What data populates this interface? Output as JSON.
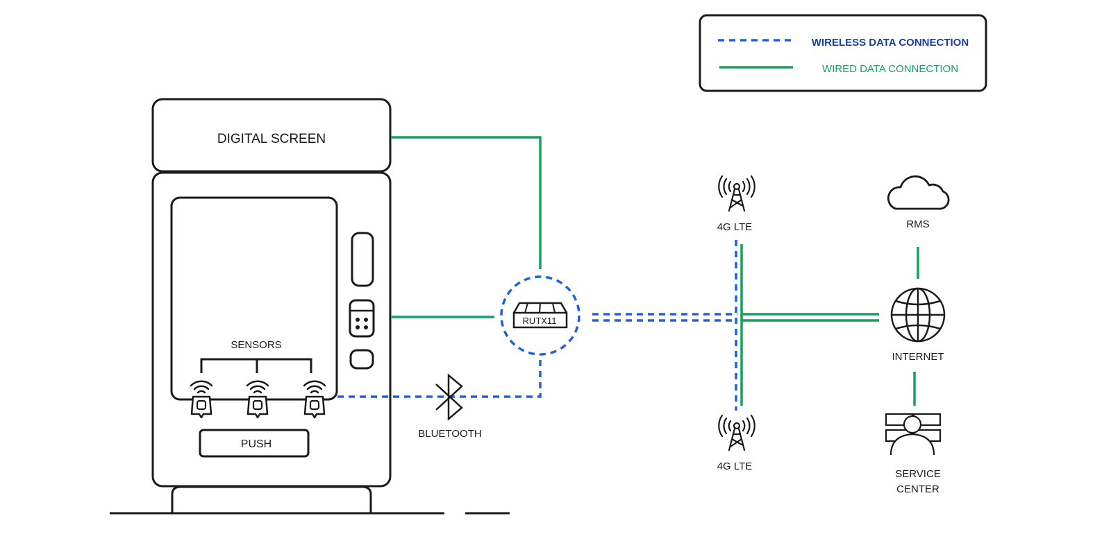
{
  "legend": {
    "wireless_label": "WIRELESS DATA CONNECTION",
    "wired_label": "WIRED DATA CONNECTION"
  },
  "labels": {
    "digital_screen": "DIGITAL SCREEN",
    "sensors": "SENSORS",
    "push": "PUSH",
    "bluetooth": "BLUETOOTH",
    "router": "RUTX11",
    "lte_top": "4G LTE",
    "lte_bottom": "4G LTE",
    "rms": "RMS",
    "internet": "INTERNET",
    "service_center_line1": "SERVICE",
    "service_center_line2": "CENTER"
  },
  "colors": {
    "wireless": "#2060e0",
    "wired": "#16a060",
    "wireless_text": "#1a3fa0",
    "wired_text": "#16a060",
    "outline": "#1a1a1a"
  },
  "icons": [
    "antenna-tower-icon",
    "cloud-icon",
    "globe-icon",
    "service-agent-icon",
    "bluetooth-icon",
    "router-icon",
    "sensor-icon",
    "wifi-signal-icon"
  ]
}
